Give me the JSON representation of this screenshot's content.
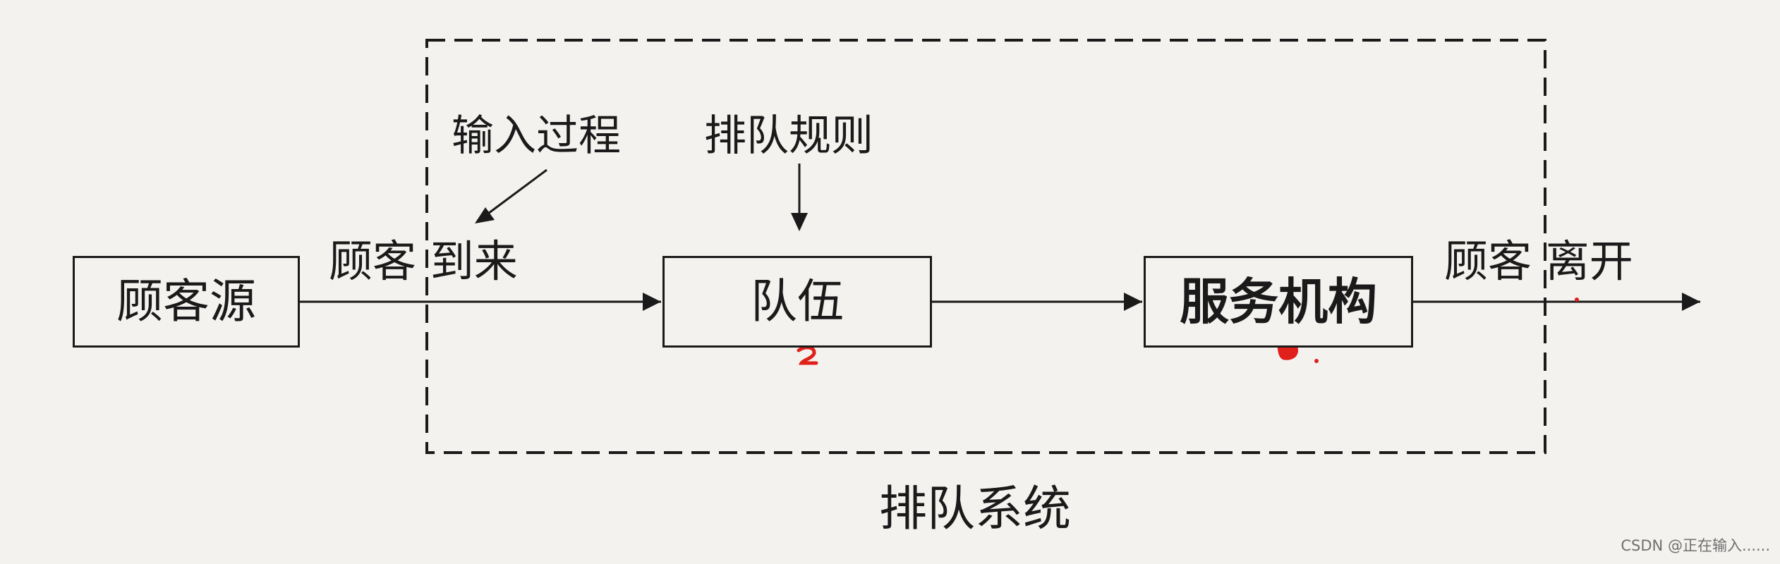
{
  "diagram": {
    "nodes": {
      "source": "顾客源",
      "queue": "队伍",
      "service": "服务机构"
    },
    "labels": {
      "input_process": "输入过程",
      "queue_rule": "排队规则",
      "customer_arrive": "顾客 到来",
      "customer_leave": "顾客 离开",
      "system": "排队系统"
    },
    "colors": {
      "line": "#1a1a1a",
      "background": "#f4f2ef",
      "marks": "#e0201a"
    }
  },
  "watermark": "CSDN @正在输入......"
}
